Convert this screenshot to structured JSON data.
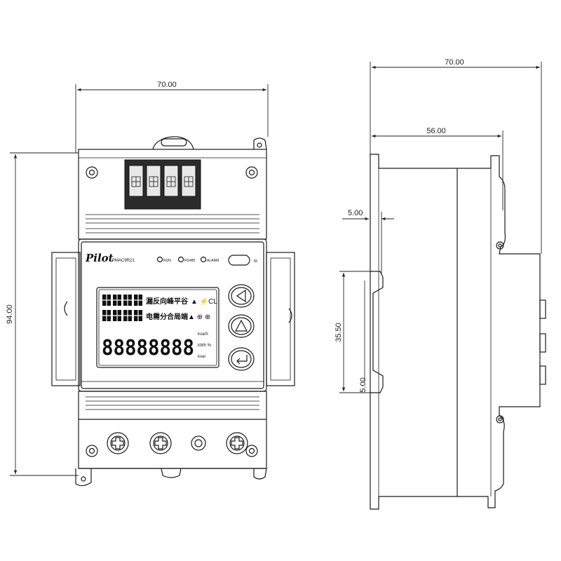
{
  "front_view": {
    "width_dim": "70.00",
    "height_dim": "94.00",
    "brand": "Pilot",
    "model": "PMAC9R21",
    "indicators": [
      "RUN",
      "RS485",
      "ALARM"
    ],
    "ir_label": "IR",
    "lcd": {
      "row1_text": "漏反向峰平谷",
      "row1_sym": "▲ ⚡CL",
      "row2_text": "电需分合局端",
      "row2_sym": "▲ ⊕ ⊕",
      "digits": "88888888",
      "units": [
        "kvarh",
        "kWh %",
        "kvar"
      ]
    }
  },
  "side_view": {
    "width_dim": "70.00",
    "depth_dim": "56.00",
    "offset_dim": "5.00",
    "rail_dim": "35.50",
    "rail_offset_dim": "5.00"
  }
}
